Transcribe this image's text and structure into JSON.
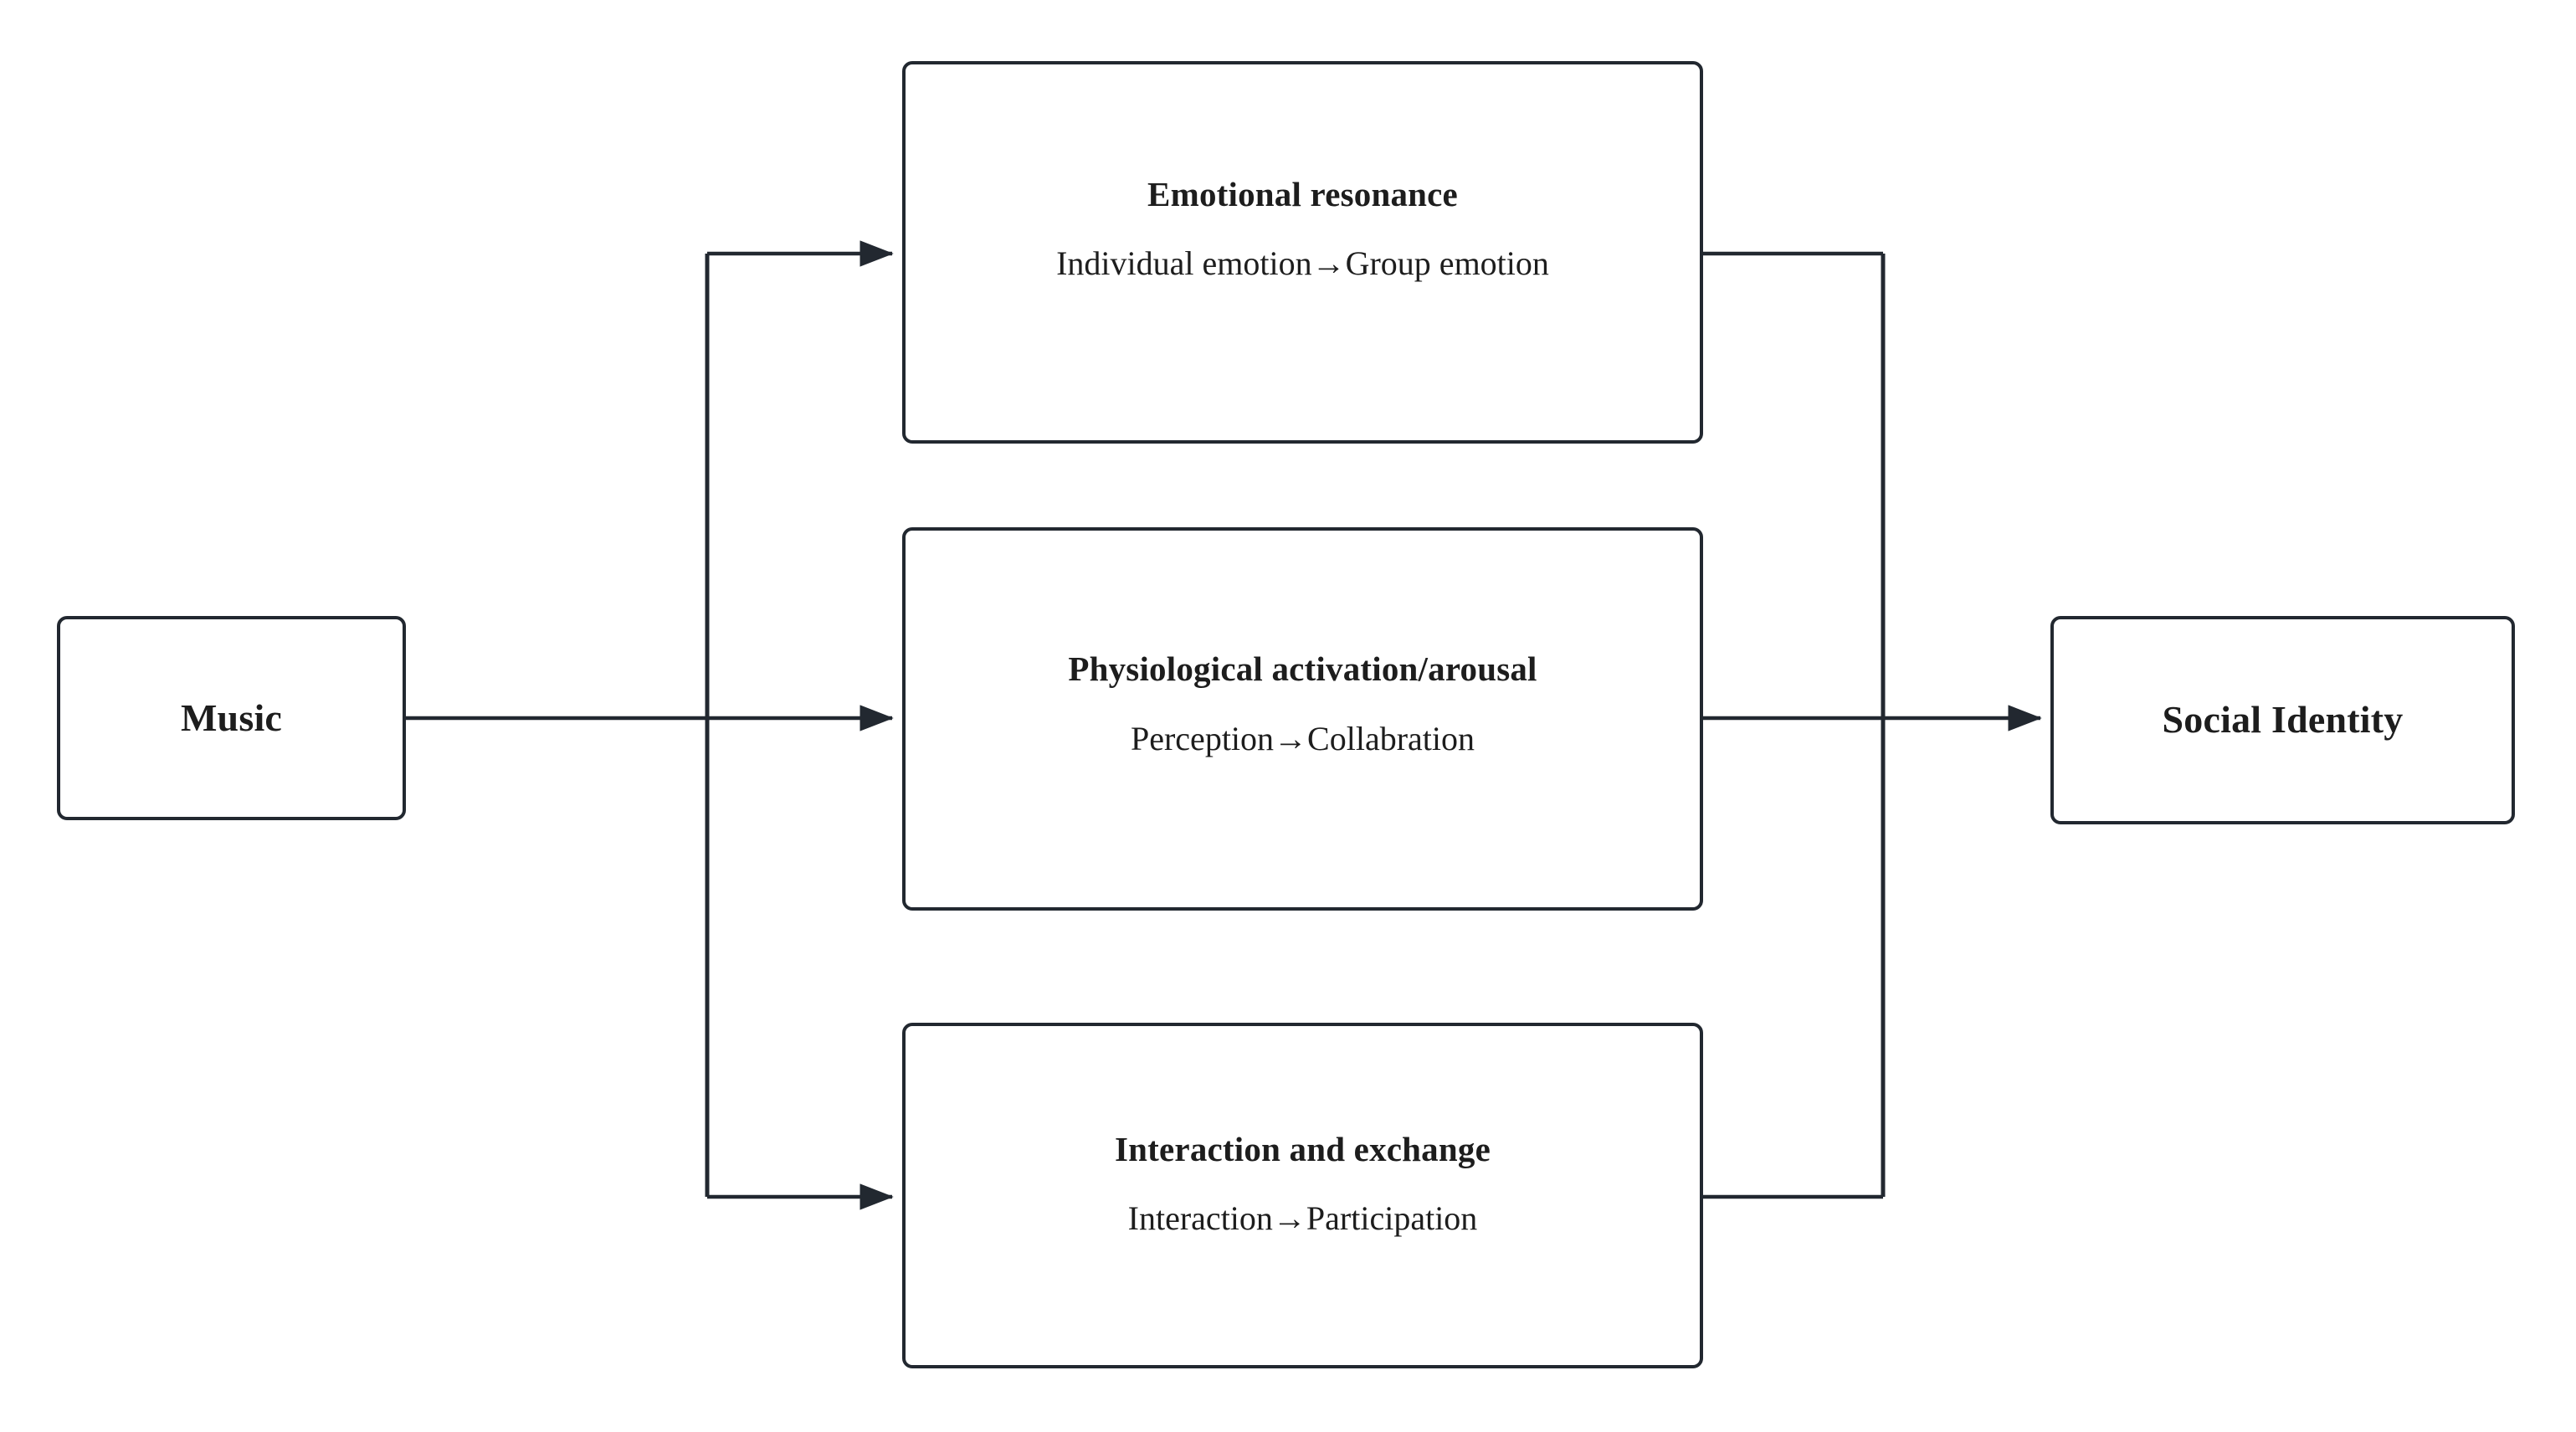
{
  "diagram": {
    "type": "flow-diagram",
    "orientation": "left-to-right",
    "background_color": "#ffffff",
    "stroke_color": "#222830",
    "text_color": "#1d1d1d"
  },
  "source": {
    "label": "Music"
  },
  "mediators": [
    {
      "id": "emotional-resonance",
      "title": "Emotional resonance",
      "subtitle": "Individual emotion→Group emotion"
    },
    {
      "id": "physiological-activation",
      "title": "Physiological activation/arousal",
      "subtitle": "Perception→Collabration"
    },
    {
      "id": "interaction-exchange",
      "title": "Interaction and exchange",
      "subtitle": "Interaction→Participation"
    }
  ],
  "outcome": {
    "label": "Social Identity"
  },
  "edges": [
    {
      "from": "Music",
      "to": "Emotional resonance",
      "arrow": true
    },
    {
      "from": "Music",
      "to": "Physiological activation/arousal",
      "arrow": true
    },
    {
      "from": "Music",
      "to": "Interaction and exchange",
      "arrow": true
    },
    {
      "from": "Emotional resonance",
      "to": "Social Identity",
      "arrow": true
    },
    {
      "from": "Physiological activation/arousal",
      "to": "Social Identity",
      "arrow": true
    },
    {
      "from": "Interaction and exchange",
      "to": "Social Identity",
      "arrow": true
    }
  ]
}
